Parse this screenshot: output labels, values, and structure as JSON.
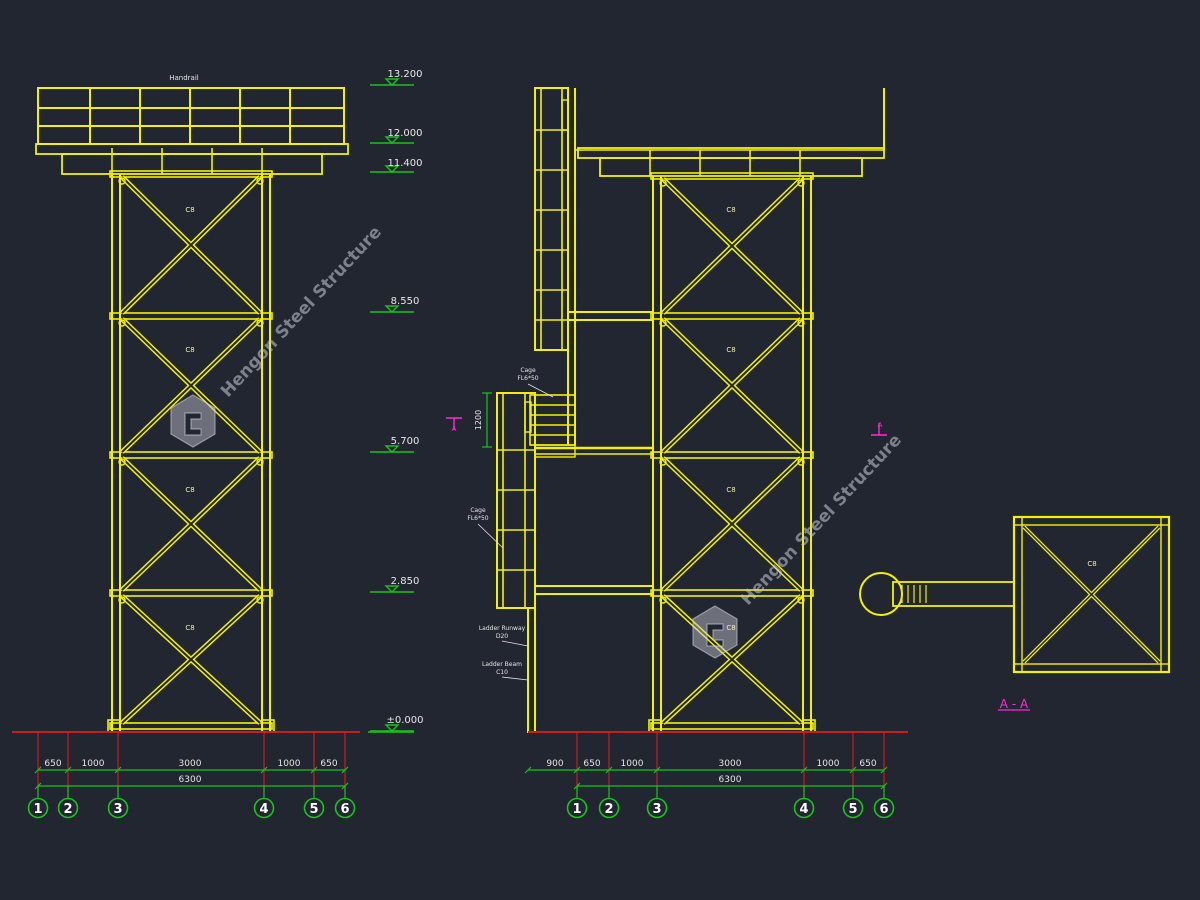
{
  "colors": {
    "background": "#222631",
    "structure": "#f2f200",
    "dimension": "#18c418",
    "ground": "#c81e1e",
    "axis": "#18c418",
    "annotation": "#e6e6e6",
    "section_mark": "#ff2bd6"
  },
  "watermark": {
    "text": "Hengon Steel Structure",
    "logo": "hengon-logo-icon"
  },
  "left_elevation": {
    "top_label": "Handrail",
    "brace_labels": [
      "C8",
      "C8",
      "C8",
      "C8"
    ],
    "levels": [
      "13.200",
      "12.000",
      "11.400",
      "8.550",
      "5.700",
      "2.850",
      "±0.000"
    ],
    "dims_row1": [
      "650",
      "1000",
      "3000",
      "1000",
      "650"
    ],
    "dims_row2": [
      "6300"
    ],
    "axes": [
      "1",
      "2",
      "3",
      "4",
      "5",
      "6"
    ]
  },
  "right_elevation": {
    "brace_labels": [
      "C8",
      "C8",
      "C8",
      "C8"
    ],
    "cage_labels": [
      {
        "line1": "Cage",
        "line2": "FL6*50"
      },
      {
        "line1": "Cage",
        "line2": "FL6*50"
      }
    ],
    "ladder_labels": [
      {
        "line1": "Ladder Runway",
        "line2": "D20"
      },
      {
        "line1": "Ladder Beam",
        "line2": "C10"
      }
    ],
    "height_dim": "1200",
    "section_mark": "A",
    "dims_row1": [
      "900",
      "650",
      "1000",
      "3000",
      "1000",
      "650"
    ],
    "dims_row2": [
      "6300"
    ],
    "axes": [
      "1",
      "2",
      "3",
      "4",
      "5",
      "6"
    ]
  },
  "section_aa": {
    "section_mark": "A",
    "brace_label": "C8",
    "title": "A - A"
  }
}
